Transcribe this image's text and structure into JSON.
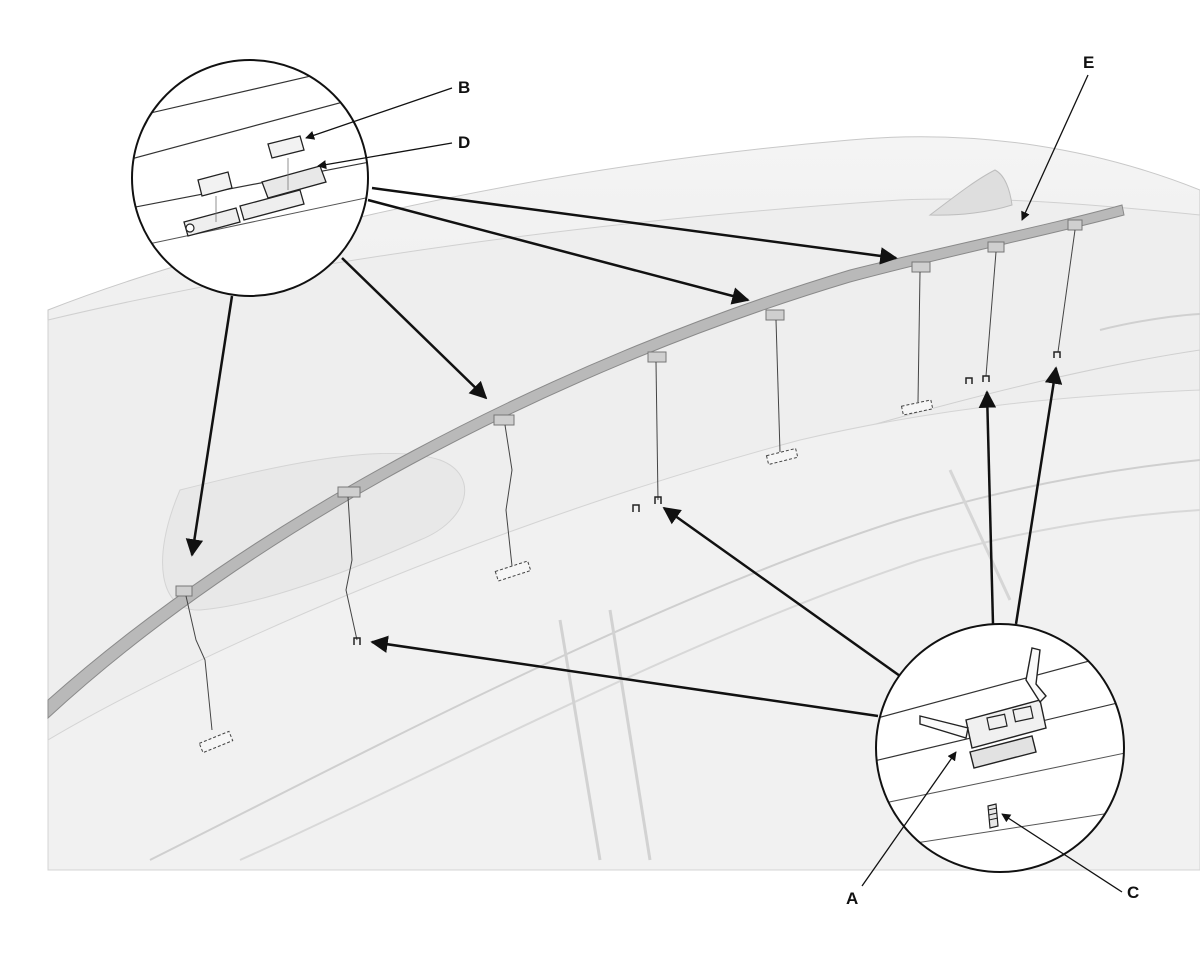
{
  "callouts": {
    "a": "A",
    "b": "B",
    "c": "C",
    "d": "D",
    "e": "E"
  },
  "colors": {
    "background": "#ffffff",
    "car_body": "#ececec",
    "car_shade": "#dcdcdc",
    "molding": "#b8b8b8",
    "line": "#111111"
  }
}
